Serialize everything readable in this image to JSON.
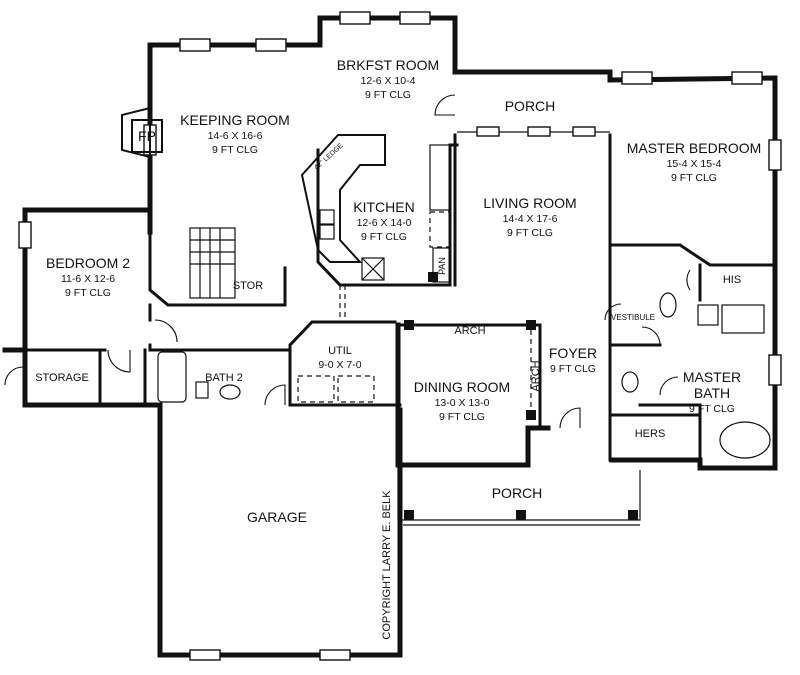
{
  "rooms": {
    "brkfst": {
      "name": "BRKFST ROOM",
      "dims": "12-6 X 10-4",
      "clg": "9 FT CLG"
    },
    "keeping": {
      "name": "KEEPING ROOM",
      "dims": "14-6 X 16-6",
      "clg": "9 FT CLG"
    },
    "kitchen": {
      "name": "KITCHEN",
      "dims": "12-6 X 14-0",
      "clg": "9 FT CLG",
      "ledge": "42\" LEDGE",
      "pan": "PAN"
    },
    "living": {
      "name": "LIVING ROOM",
      "dims": "14-4 X 17-6",
      "clg": "9 FT CLG"
    },
    "master_bedroom": {
      "name": "MASTER BEDROOM",
      "dims": "15-4 X 15-4",
      "clg": "9 FT CLG"
    },
    "bedroom2": {
      "name": "BEDROOM 2",
      "dims": "11-6 X 12-6",
      "clg": "9 FT CLG"
    },
    "util": {
      "name": "UTIL",
      "dims": "9-0 X 7-0"
    },
    "dining": {
      "name": "DINING ROOM",
      "dims": "13-0 X 13-0",
      "clg": "9 FT CLG"
    },
    "foyer": {
      "name": "FOYER",
      "clg": "9 FT CLG"
    },
    "master_bath": {
      "name_line1": "MASTER",
      "name_line2": "BATH",
      "clg": "9 FT CLG"
    },
    "garage": {
      "name": "GARAGE"
    }
  },
  "labels": {
    "porch_top": "PORCH",
    "porch_bottom": "PORCH",
    "fp": "FP",
    "stor": "STOR",
    "storage": "STORAGE",
    "bath2": "BATH 2",
    "arch_top": "ARCH",
    "arch_side": "ARCH",
    "vestibule": "VESTIBULE",
    "his": "HIS",
    "hers": "HERS",
    "copyright": "COPYRIGHT LARRY E. BELK"
  }
}
